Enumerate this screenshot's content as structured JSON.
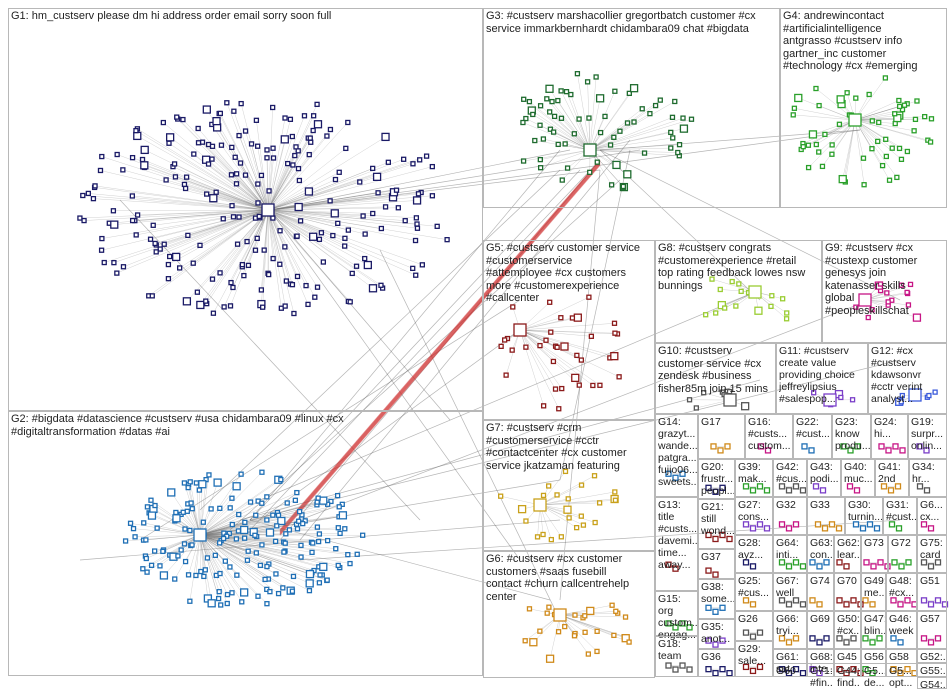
{
  "groups": [
    {
      "id": "G1",
      "label": "G1: hm_custserv please dm hi address order email sorry soon full",
      "color": "#1a1a66"
    },
    {
      "id": "G2",
      "label": "G2: #bigdata #datascience #custserv #usa chidambara09 #linux #cx\n#digitaltransformation #datas #ai",
      "color": "#1f6fb5"
    },
    {
      "id": "G3",
      "label": "G3: #custserv marshacollier gregortbatch customer #cx\nservice immarkbernhardt chidambara09 chat #bigdata",
      "color": "#1e6b2e"
    },
    {
      "id": "G4",
      "label": "G4: andrewincontact\n#artificialintelligence\nantgrasso #custserv info\ngartner_inc customer\n#technology #cx #emerging",
      "color": "#2aa02a"
    },
    {
      "id": "G5",
      "label": "G5: #custserv customer service\n#customerservice\n#attemployee #cx customers\nmore #customerexperience\n#callcenter",
      "color": "#8b1a1a"
    },
    {
      "id": "G6",
      "label": "G6: #custserv #cx customer\ncustomers #saas fusebill\ncontact #churn callcentrehelp\ncenter",
      "color": "#d08a1a"
    },
    {
      "id": "G7",
      "label": "G7: #custserv #crm\n#customerservice #cctr\n#contactcenter #cx customer\nservice jkatzaman featuring",
      "color": "#c9a11a"
    },
    {
      "id": "G8",
      "label": "G8: #custserv congrats\n#customerexperience #retail\ntop rating feedback lowes nsw\nbunnings",
      "color": "#9acd32"
    },
    {
      "id": "G9",
      "label": "G9: #custserv #cx\n#custexp customer\ngenesys join\nkatenasser skills\nglobal\n#peopleskillschat",
      "color": "#c71585"
    },
    {
      "id": "G10",
      "label": "G10: #custserv\ncustomer service #cx\nzendesk #business\nfisher85m join 15 mins",
      "color": "#555555"
    },
    {
      "id": "G11",
      "label": "G11: #custserv\ncreate value\nproviding choice\njeffreylipsius\n#salespop...",
      "color": "#7a3ec8"
    },
    {
      "id": "G12",
      "label": "G12: #cx\n#custserv\nkdawsonvr\n#cctr verint\nanalyst...",
      "color": "#3b5bdb"
    },
    {
      "id": "G13",
      "label": "G13:\ntitle\n#custs...\ndavemi...\ntime...\naway...",
      "color": "#777777"
    },
    {
      "id": "G14",
      "label": "G14:\ngrazyt...\nwande...\npatgra...\nfujio06...\nsweets...",
      "color": "#777777"
    },
    {
      "id": "G15",
      "label": "G15:\norg\ncustom...\nengag...",
      "color": "#777777"
    },
    {
      "id": "G16",
      "label": "G16:\n#custs...\ncustom...",
      "color": "#777777"
    },
    {
      "id": "G17",
      "label": "G17",
      "color": "#777777"
    },
    {
      "id": "G18",
      "label": "G18:\nteam",
      "color": "#777777"
    },
    {
      "id": "G19",
      "label": "G19:\nsurpr...\nonlin...",
      "color": "#777777"
    },
    {
      "id": "G20",
      "label": "G20:\nfrustr...\npeopl...",
      "color": "#777777"
    },
    {
      "id": "G21",
      "label": "G21:\nstill\nwond...",
      "color": "#777777"
    },
    {
      "id": "G22",
      "label": "G22:\n#cust...",
      "color": "#777777"
    },
    {
      "id": "G23",
      "label": "G23:\nknow\nprodu...",
      "color": "#777777"
    },
    {
      "id": "G24",
      "label": "G24:\nhi...",
      "color": "#777777"
    },
    {
      "id": "G25",
      "label": "G25:\n#cus...",
      "color": "#777777"
    },
    {
      "id": "G26",
      "label": "G26",
      "color": "#777777"
    },
    {
      "id": "G27",
      "label": "G27:\ncons...",
      "color": "#777777"
    },
    {
      "id": "G28",
      "label": "G28:\nayz...",
      "color": "#777777"
    },
    {
      "id": "G29",
      "label": "G29:\nsale...",
      "color": "#777777"
    },
    {
      "id": "G30",
      "label": "G30:\nturnin...",
      "color": "#777777"
    },
    {
      "id": "G31",
      "label": "G31:\n#cust...",
      "color": "#777777"
    },
    {
      "id": "G32",
      "label": "G32",
      "color": "#777777"
    },
    {
      "id": "G33",
      "label": "G33",
      "color": "#777777"
    },
    {
      "id": "G34",
      "label": "G34:\nhr...",
      "color": "#777777"
    },
    {
      "id": "G35",
      "label": "G35:\nanot...",
      "color": "#777777"
    },
    {
      "id": "G36",
      "label": "G36",
      "color": "#777777"
    },
    {
      "id": "G37",
      "label": "G37",
      "color": "#777777"
    },
    {
      "id": "G38",
      "label": "G38:\nsome...",
      "color": "#777777"
    },
    {
      "id": "G39",
      "label": "G39:\nmak...",
      "color": "#777777"
    },
    {
      "id": "G40",
      "label": "G40:\nmuc...",
      "color": "#777777"
    },
    {
      "id": "G41",
      "label": "G41:\n2nd",
      "color": "#777777"
    },
    {
      "id": "G42",
      "label": "G42:\n#cus...",
      "color": "#777777"
    },
    {
      "id": "G43",
      "label": "G43:\npodi...",
      "color": "#777777"
    },
    {
      "id": "G44",
      "label": "G44:\nfind...",
      "color": "#777777"
    },
    {
      "id": "G45",
      "label": "G45",
      "color": "#777777"
    },
    {
      "id": "G46",
      "label": "G46:\nweek",
      "color": "#777777"
    },
    {
      "id": "G47",
      "label": "G47:\nblin...",
      "color": "#777777"
    },
    {
      "id": "G48",
      "label": "G48:\n#cx...",
      "color": "#777777"
    },
    {
      "id": "G49",
      "label": "G49:\nme...",
      "color": "#777777"
    },
    {
      "id": "G50",
      "label": "G50:\n#cx...",
      "color": "#777777"
    },
    {
      "id": "G51",
      "label": "G51",
      "color": "#777777"
    },
    {
      "id": "G52",
      "label": "G52:...",
      "color": "#777777"
    },
    {
      "id": "G53",
      "label": "G5...\nde...",
      "color": "#777777"
    },
    {
      "id": "G54",
      "label": "G54:...",
      "color": "#777777"
    },
    {
      "id": "G55",
      "label": "G55:...",
      "color": "#777777"
    },
    {
      "id": "G56",
      "label": "G56",
      "color": "#777777"
    },
    {
      "id": "G57",
      "label": "G57",
      "color": "#777777"
    },
    {
      "id": "G58",
      "label": "G58",
      "color": "#777777"
    },
    {
      "id": "G59",
      "label": "G5...\nopt...",
      "color": "#777777"
    },
    {
      "id": "G60",
      "label": "G60",
      "color": "#777777"
    },
    {
      "id": "G61",
      "label": "G61:\nsat...",
      "color": "#777777"
    },
    {
      "id": "G62",
      "label": "G62:\nlear...",
      "color": "#777777"
    },
    {
      "id": "G63",
      "label": "G63:\ncon...",
      "color": "#777777"
    },
    {
      "id": "G64",
      "label": "G64:\ninti...",
      "color": "#777777"
    },
    {
      "id": "G65",
      "label": "G6...\ncx...",
      "color": "#777777"
    },
    {
      "id": "G66",
      "label": "G66:\ntryi...",
      "color": "#777777"
    },
    {
      "id": "G67",
      "label": "G67:\nwell",
      "color": "#777777"
    },
    {
      "id": "G68",
      "label": "G68:\ninte...",
      "color": "#777777"
    },
    {
      "id": "G69",
      "label": "G69",
      "color": "#777777"
    },
    {
      "id": "G70",
      "label": "G70",
      "color": "#777777"
    },
    {
      "id": "G71",
      "label": "G71:\n#fin...",
      "color": "#777777"
    },
    {
      "id": "G72",
      "label": "G72",
      "color": "#777777"
    },
    {
      "id": "G73",
      "label": "G73",
      "color": "#777777"
    },
    {
      "id": "G74",
      "label": "G74",
      "color": "#777777"
    },
    {
      "id": "G75",
      "label": "G75:\ncard",
      "color": "#777777"
    }
  ]
}
